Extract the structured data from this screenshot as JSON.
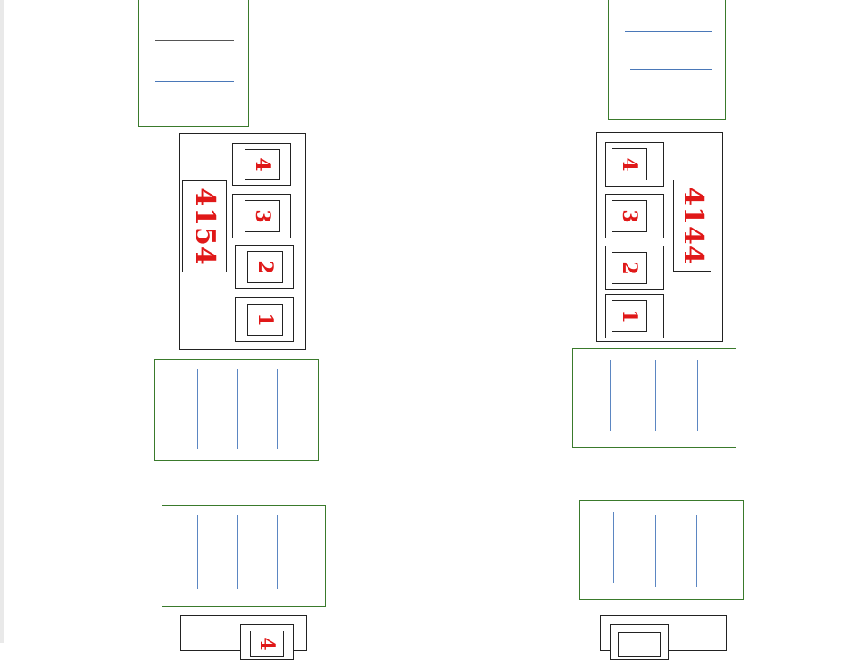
{
  "left_block": {
    "code": "4154",
    "seats": [
      "4",
      "3",
      "2",
      "1"
    ],
    "bottom_seat_partial": "4"
  },
  "right_block": {
    "code": "4144",
    "seats": [
      "4",
      "3",
      "2",
      "1"
    ]
  },
  "colors": {
    "accent_red": "#e01818",
    "outline_green": "#3a7a2c",
    "line_blue": "#4a78b8",
    "outline_black": "#222222"
  }
}
